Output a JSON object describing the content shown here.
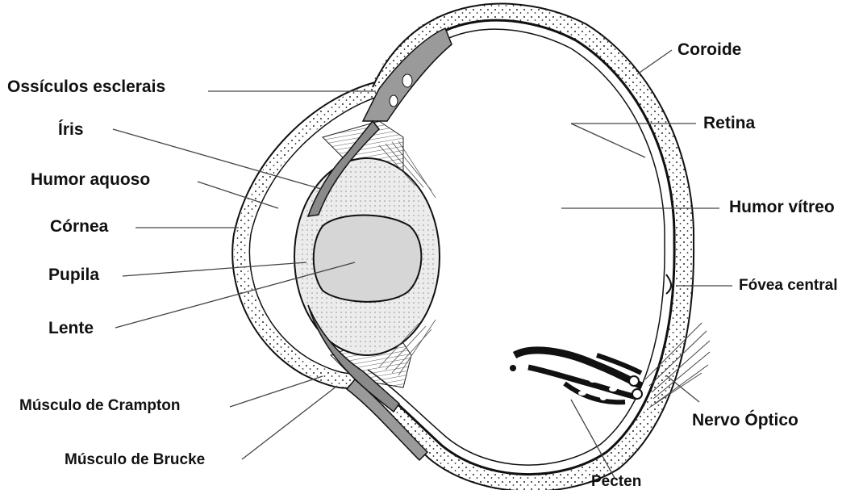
{
  "labels": {
    "ossiculos": "Ossículos esclerais",
    "iris": "Íris",
    "humor_aquoso": "Humor aquoso",
    "cornea": "Córnea",
    "pupila": "Pupila",
    "lente": "Lente",
    "musculo_crampton": "Músculo de Crampton",
    "musculo_brucke": "Músculo de Brucke",
    "coroide": "Coroide",
    "retina": "Retina",
    "humor_vitreo": "Humor vítreo",
    "fovea": "Fóvea central",
    "nervo": "Nervo Óptico",
    "pecten": "Pecten"
  },
  "colors": {
    "ink": "#111111",
    "lens_fill": "#ececec",
    "pupil_fill": "#d6d6d6",
    "iris_fill": "#8a8a8a",
    "ossicle_fill": "#9a9a9a"
  }
}
